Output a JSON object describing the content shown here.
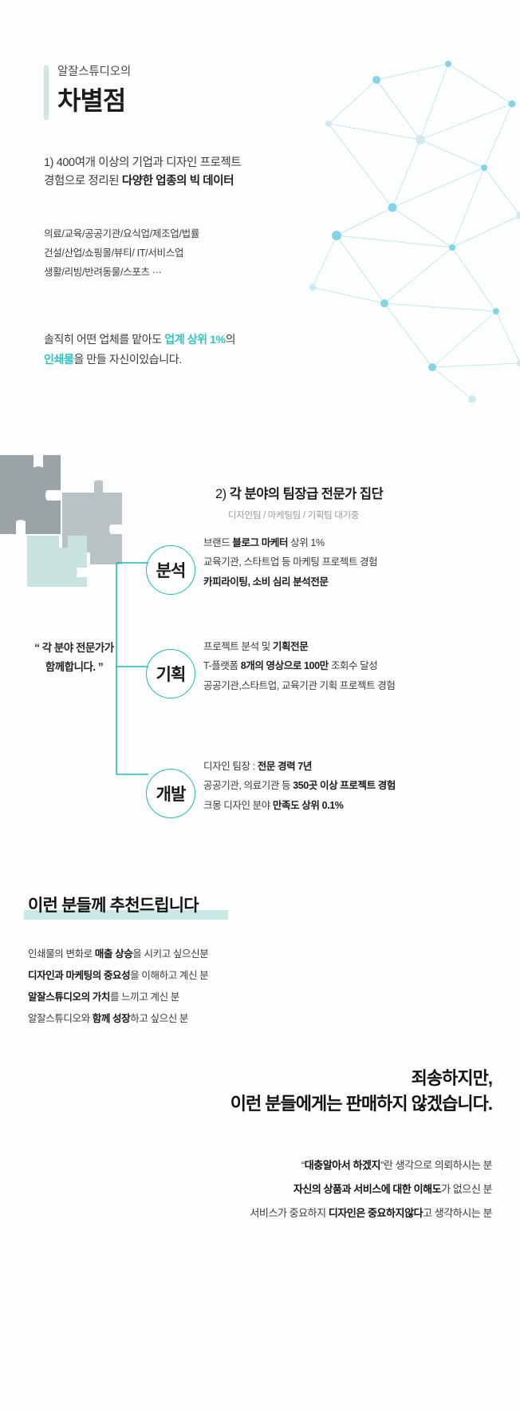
{
  "hero": {
    "eyebrow": "알잘스튜디오의",
    "title": "차별점",
    "para_line1": "1) 400여개 이상의 기업과 디자인 프로젝트",
    "para_line2_plain": "경험으로 정리된 ",
    "para_line2_bold": "다양한 업종의 빅 데이터",
    "industries": [
      "의료/교육/공공기관/요식업/제조업/법률",
      "건설/산업/쇼핑몰/뷰티/ IT/서비스업",
      "생활/리빙/반려동물/스포츠  ···"
    ],
    "claim_line1_pre": "솔직히 어떤 업체를 맡아도 ",
    "claim_line1_accent": "업계 상위 1%",
    "claim_line1_post": "의",
    "claim_line2_accent": "인쇄물",
    "claim_line2_post": "을 만들 자신이있습니다."
  },
  "experts": {
    "heading_num": "2) ",
    "heading_text": "각 분야의 팀장급 전문가 집단",
    "subheading": "디자인팀 / 마케팅팀 / 기획팀 대기중",
    "quote_line1": "“ 각 분야 전문가가",
    "quote_line2": "함께합니다. ”",
    "branches": [
      {
        "circle": "분석",
        "lines": [
          {
            "pre": "브랜드 ",
            "bold": "블로그 마케터",
            "post": " 상위 1%"
          },
          {
            "pre": "교육기관, 스타트업 등 마케팅 프로젝트 경험",
            "bold": "",
            "post": ""
          },
          {
            "pre": "",
            "bold": "카피라이팅, 소비 심리 분석전문",
            "post": ""
          }
        ]
      },
      {
        "circle": "기획",
        "lines": [
          {
            "pre": "프로젝트 분석 및 ",
            "bold": "기획전문",
            "post": ""
          },
          {
            "pre": "T-플랫폼 ",
            "bold": "8개의 영상으로 100만",
            "post": " 조회수 달성"
          },
          {
            "pre": "공공기관,스타트업, 교육기관 기획 프로젝트 경험",
            "bold": "",
            "post": ""
          }
        ]
      },
      {
        "circle": "개발",
        "lines": [
          {
            "pre": "디자인 팀장 : ",
            "bold": "전문 경력 7년",
            "post": ""
          },
          {
            "pre": "공공기관, 의료기관 등 ",
            "bold": "350곳 이상 프로젝트 경험",
            "post": ""
          },
          {
            "pre": "크몽 디자인 분야 ",
            "bold": "만족도 상위 0.1%",
            "post": ""
          }
        ]
      }
    ]
  },
  "recommend": {
    "title": "이런 분들께 추천드립니다",
    "items": [
      {
        "pre": "인쇄물의 변화로 ",
        "bold": "매출 상승",
        "post": "을 시키고 싶으신분"
      },
      {
        "pre": "",
        "bold": "디자인과 마케팅의 중요성",
        "post": "을 이해하고 계신 분"
      },
      {
        "pre": "",
        "bold": "알잘스튜디오의 가치",
        "post": "를 느끼고 계신 분"
      },
      {
        "pre": "알잘스튜디오와 ",
        "bold": "함께 성장",
        "post": "하고 싶으신 분"
      }
    ]
  },
  "sorry": {
    "line1": "죄송하지만,",
    "line2": "이런 분들에게는 판매하지 않겠습니다.",
    "items": [
      {
        "pre": "“",
        "bold": "대충알아서 하겠지",
        "post": "”란 생각으로 의뢰하시는 분"
      },
      {
        "pre": "",
        "bold": "자신의 상품과 서비스에 대한 이해도",
        "post": "가 없으신 분"
      },
      {
        "pre": "서비스가 중요하지 ",
        "bold": "디자인은 중요하지않다",
        "post": "고 생각하시는 분"
      }
    ]
  },
  "colors": {
    "accent": "#2fc3be",
    "circle_border": "#1fb9b6",
    "bar": "#cfe6e5",
    "highlight": "#bfe4e2",
    "network": "#8fd8e8",
    "puzzle_dark": "#9aa3a5",
    "puzzle_light": "#c9e4e0"
  }
}
